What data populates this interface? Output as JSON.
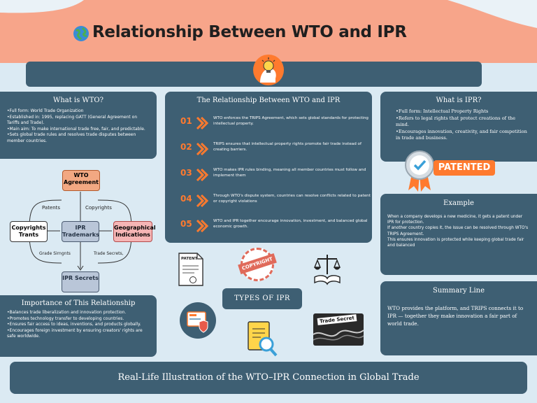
{
  "header": {
    "title": "Relationship Between WTO and IPR"
  },
  "wto_panel": {
    "title": "What is WTO?",
    "items": [
      "Full form: World Trade Organization",
      "Established in: 1995, replacing GATT (General Agreement on Tariffs and Trade).",
      "Main aim: To make international trade free, fair, and predictable.",
      "Sets global trade rules and resolves trade disputes between member countries."
    ]
  },
  "relationship_panel": {
    "title": "The Relationship Between WTO and IPR",
    "items": [
      {
        "num": "01",
        "text": "WTO enforces the TRIPS Agreement, which sets global standards for protecting intellectual property."
      },
      {
        "num": "02",
        "text": "TRIPS ensures that intellectual property rights promote fair trade instead of creating barriers."
      },
      {
        "num": "03",
        "text": "WTO makes IPR rules binding, meaning all member countries must follow and implement them"
      },
      {
        "num": "04",
        "text": "Through WTO's dispute system, countries can resolve conflicts related to patent or copyright violations"
      },
      {
        "num": "05",
        "text": "WTO and IPR together encourage innovation, investment, and balanced global economic growth."
      }
    ]
  },
  "ipr_panel": {
    "title": "What is IPR?",
    "items": [
      "Full form: Intellectual Property Rights",
      "Refers to legal rights that protect creations of the mind.",
      "Encourages innovation, creativity, and fair competition in trade and business."
    ]
  },
  "patented_badge": "PATENTED",
  "example_panel": {
    "title": "Example",
    "lines": [
      "When a company develops a new medicine, it gets a patent under IPR for protection.",
      "If another country copies it, the issue can be resolved through WTO's TRIPS Agreement.",
      "This ensures innovation is protected while keeping global trade fair and balanced"
    ]
  },
  "diagram": {
    "wto_agreement": "WTO Agreement",
    "copyrights_trants": "Copyrights Trants",
    "ipr_trademarks": "IPR Trademarks",
    "geographical_indications": "Geographical Indications",
    "ipr_secrets": "IPR Secrets",
    "edge_patents": "Patents",
    "edge_copyrights": "Copyrights",
    "edge_grade": "Grade Sirngnts",
    "edge_trade_secrets": "Trade Secrets,"
  },
  "icons": {
    "patent_doc": "PATENT",
    "copyright_stamp": "COPYRIGHT",
    "trade_secret": "Trade Secret"
  },
  "types_label": "TYPES OF IPR",
  "importance_panel": {
    "title": "Importance of This Relationship",
    "items": [
      "Balances trade liberalization and innovation protection.",
      "Promotes technology transfer to developing countries.",
      "Ensures fair access to ideas, inventions, and products globally.",
      "Encourages foreign investment by ensuring creators' rights are safe worldwide."
    ]
  },
  "summary_panel": {
    "title": "Summary Line",
    "text": "WTO provides the platform, and TRIPS connects it to IPR — together they make innovation a fair part of world trade."
  },
  "footer": {
    "text": "Real-Life Illustration of the WTO–IPR Connection in Global Trade"
  },
  "colors": {
    "panel": "#3e5f73",
    "header": "#f7a58a",
    "accent": "#ff7a2e",
    "background": "#dbeaf3"
  }
}
